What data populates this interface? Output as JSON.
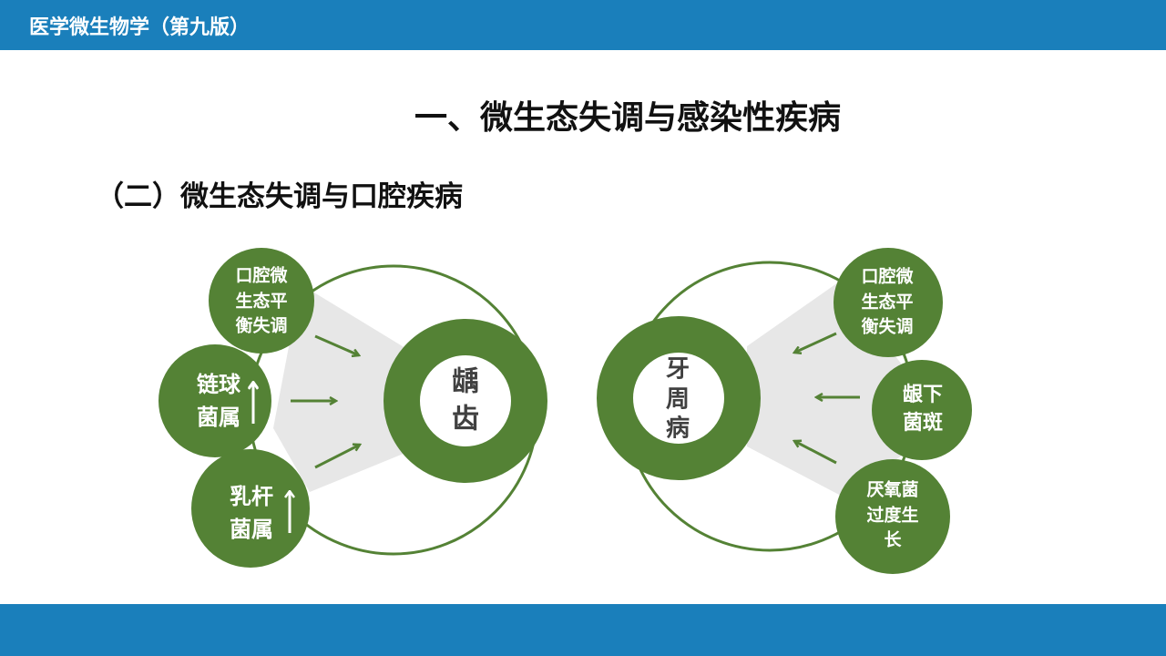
{
  "header": {
    "course": "医学微生物学（第九版）"
  },
  "title": "一、微生态失调与感染性疾病",
  "subtitle": "（二）微生态失调与口腔疾病",
  "colors": {
    "bar": "#1a7fbb",
    "green": "#548235",
    "shade": "#e7e7e7"
  },
  "caries": {
    "center": "龋\n齿",
    "factors": [
      "口腔微\n生态平\n衡失调",
      "链球\n菌属",
      "乳杆\n菌属"
    ]
  },
  "periodontal": {
    "center": "牙\n周\n病",
    "factors": [
      "口腔微\n生态平\n衡失调",
      "龈下\n菌斑",
      "厌氧菌\n过度生\n长"
    ]
  }
}
